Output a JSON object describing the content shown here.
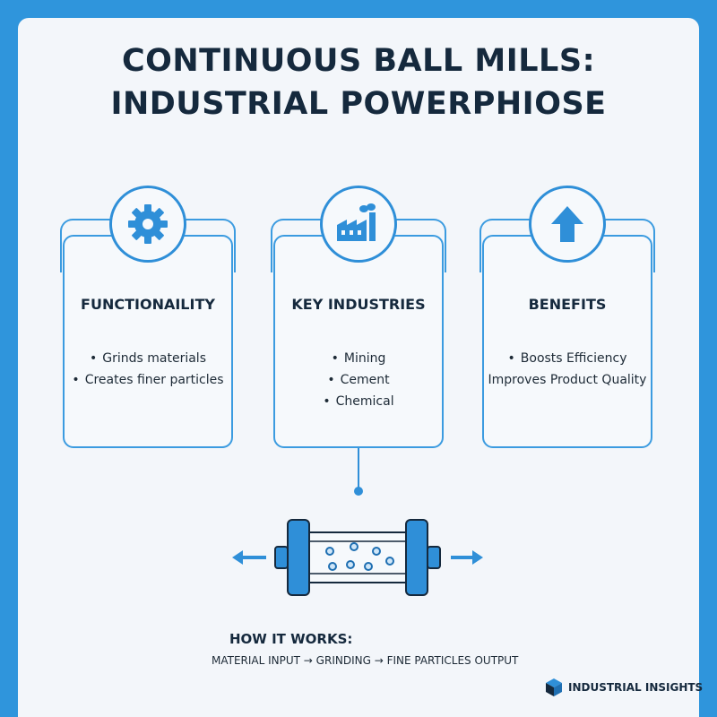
{
  "title": {
    "line1": "CONTINUOUS BALL MILLS:",
    "line2": "INDUSTRIAL POWERPHIOSE"
  },
  "cards": [
    {
      "icon": "gear-icon",
      "title": "FUNCTIONAILITY",
      "items": [
        "Grinds materials",
        "Creates finer particles"
      ]
    },
    {
      "icon": "factory-icon",
      "title": "KEY INDUSTRIES",
      "items": [
        "Mining",
        "Cement",
        "Chemical"
      ]
    },
    {
      "icon": "arrow-up-icon",
      "title": "BENEFITS",
      "items": [
        "Boosts Efficiency",
        "Improves Product Quality"
      ]
    }
  ],
  "how_it_works": {
    "title": "HOW IT WORKS:",
    "flow": "MATERIAL INPUT → GRINDING → FINE PARTICLES OUTPUT"
  },
  "brand": {
    "name": "INDUSTRIAL INSIGHTS",
    "icon": "cube-logo-icon"
  },
  "colors": {
    "accent": "#2f95dc",
    "dark_text": "#15293d",
    "background": "#f3f6fa"
  }
}
